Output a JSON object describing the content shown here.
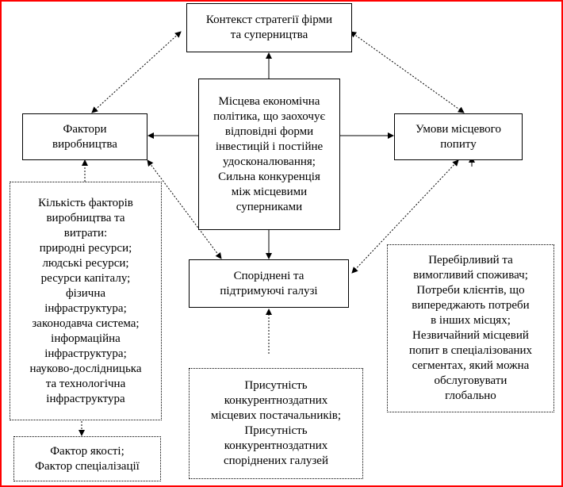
{
  "boxes": {
    "context": "Контекст стратегії фірми\nта суперництва",
    "center": "Місцева економічна\nполітика, що заохочує\nвідповідні форми\nінвестицій і постійне\nудосконалювання;\nСильна конкуренція\nміж місцевими\nсуперниками",
    "factors": "Фактори\nвиробництва",
    "demand": "Умови місцевого\nпопиту",
    "related": "Споріднені та\nпідтримуючі галузі",
    "factors_detail": "Кількість факторів\nвиробництва та\nвитрати:\nприродні ресурси;\nлюдські ресурси;\nресурси капіталу;\nфізична\nінфраструктура;\nзаконодавча система;\nінформаційна\nінфраструктура;\nнауково-дослідницька\nта технологічна\nінфраструктура",
    "quality": "Фактор якості;\nФактор спеціалізації",
    "demand_detail": "Перебірливий та\nвимогливий споживач;\nПотреби клієнтів, що\nвипереджають потреби\nв інших місцях;\nНезвичайний місцевий\nпопит в спеціалізованих\nсегментах, який можна\nобслуговувати\nглобально",
    "suppliers": "Присутність\nконкурентноздатних\nмісцевих постачальників;\nПрисутність\nконкурентноздатних\nспоріднених галузей"
  },
  "colors": {
    "frame": "#ff0000",
    "lines": "#000000"
  }
}
